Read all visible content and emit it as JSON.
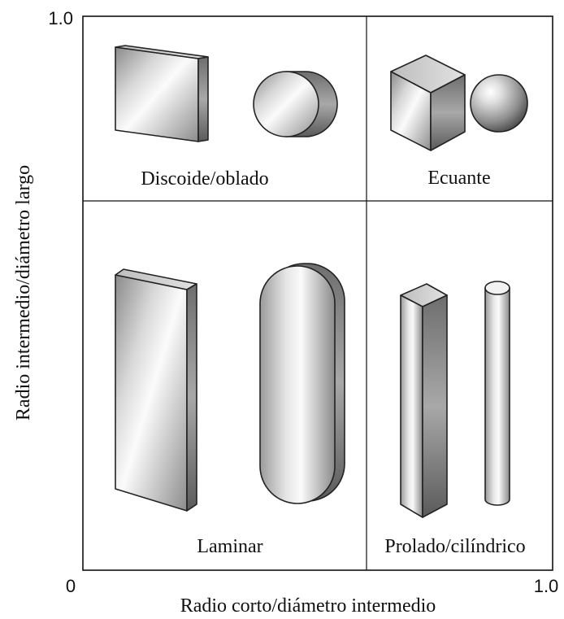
{
  "axes": {
    "x_label": "Radio corto/diámetro intermedio",
    "y_label": "Radio intermedio/diámetro largo",
    "origin_label": "0",
    "x_max_label": "1.0",
    "y_max_label": "1.0"
  },
  "quadrants": {
    "top_left": {
      "label": "Discoide/oblado",
      "shapes": [
        "square-plate",
        "disc"
      ]
    },
    "top_right": {
      "label": "Ecuante",
      "shapes": [
        "cube",
        "sphere"
      ]
    },
    "bottom_left": {
      "label": "Laminar",
      "shapes": [
        "rectangular-plate",
        "rounded-slab"
      ]
    },
    "bottom_right": {
      "label": "Prolado/cilíndrico",
      "shapes": [
        "square-prism",
        "cylinder"
      ]
    }
  }
}
